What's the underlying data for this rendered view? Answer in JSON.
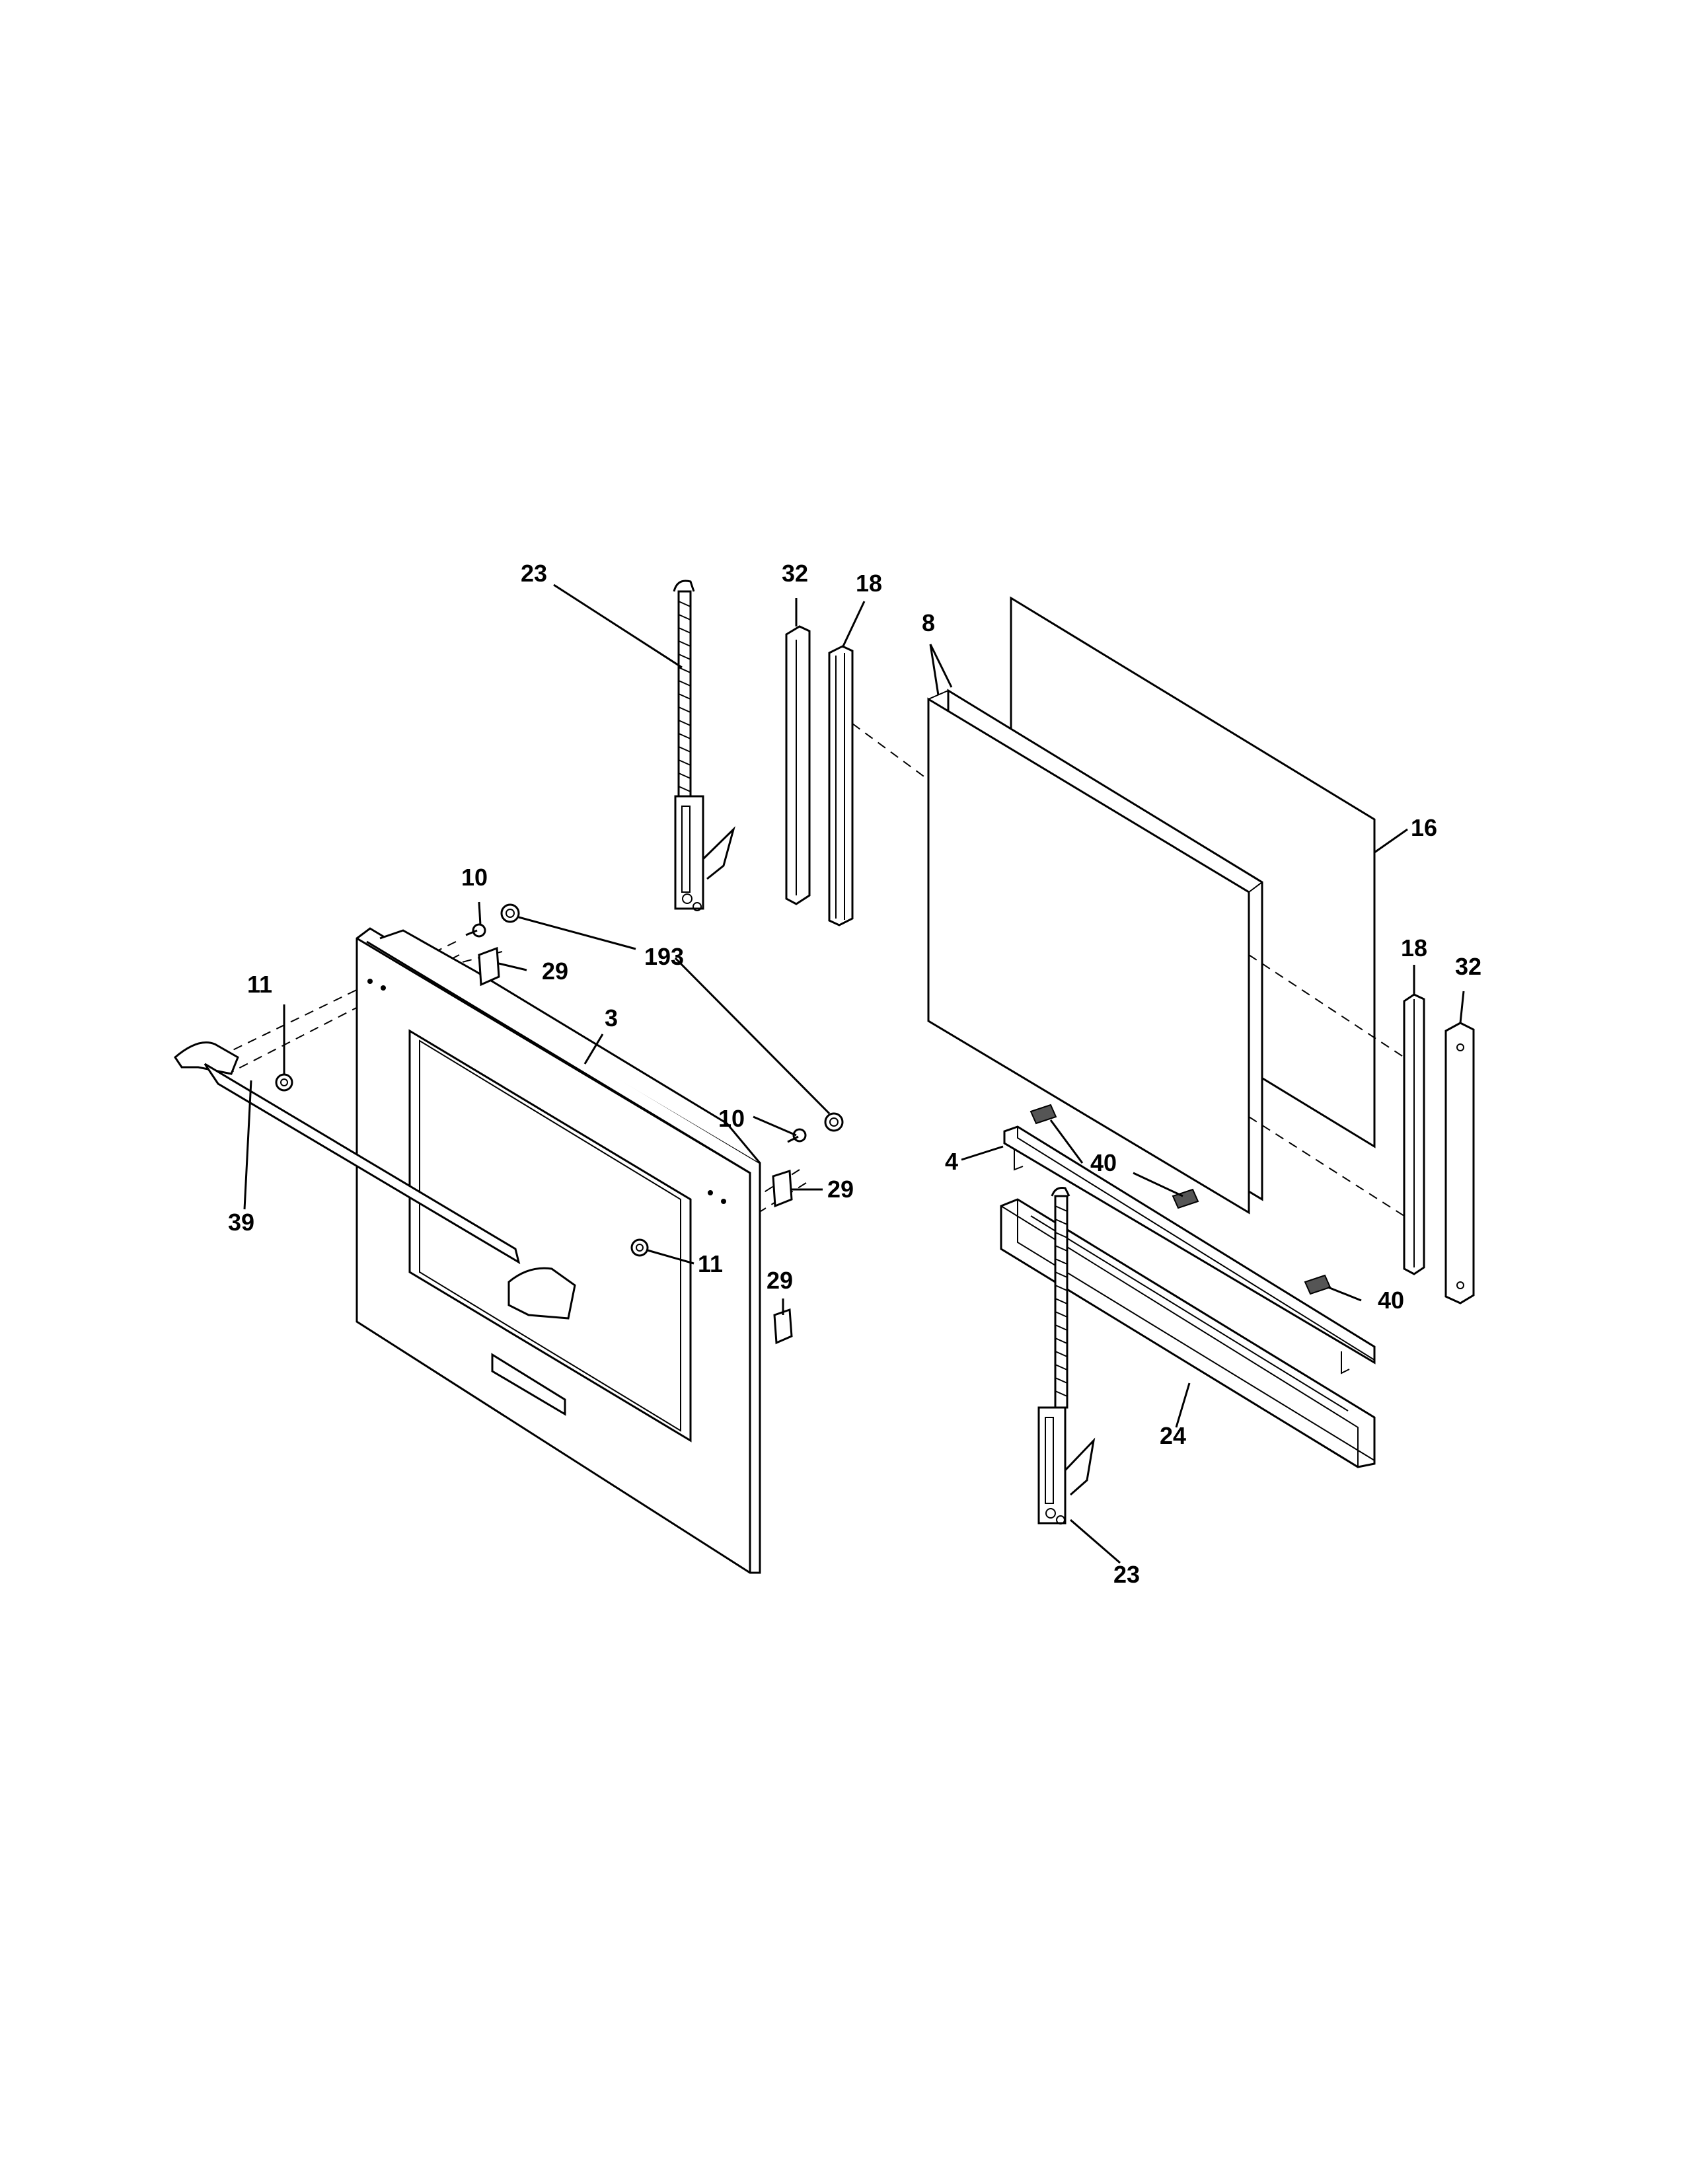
{
  "callouts": {
    "c23_top": "23",
    "c32_left": "32",
    "c18_left": "18",
    "c8": "8",
    "c16": "16",
    "c10_top": "10",
    "c193": "193",
    "c29_top": "29",
    "c11_left": "11",
    "c3": "3",
    "c18_right": "18",
    "c32_right": "32",
    "c10_mid": "10",
    "c4": "4",
    "c40_top": "40",
    "c29_mid": "29",
    "c39": "39",
    "c11_right": "11",
    "c29_low": "29",
    "c40_right": "40",
    "c24": "24",
    "c23_bottom": "23"
  }
}
